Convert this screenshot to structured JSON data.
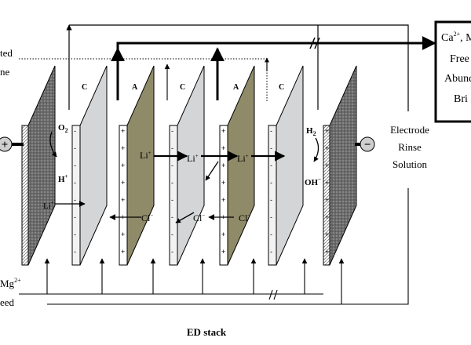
{
  "left_labels": {
    "top_line1": "ted",
    "top_line2": "ne",
    "bottom_line1": "Mg",
    "bottom_sup": "2+",
    "bottom_line2": "eed"
  },
  "electrodes": {
    "anode_sign": "+",
    "cathode_sign": "−"
  },
  "membranes": [
    {
      "type": "C"
    },
    {
      "type": "A"
    },
    {
      "type": "C"
    },
    {
      "type": "A"
    },
    {
      "type": "C"
    }
  ],
  "species": {
    "o2": "O",
    "o2_sub": "2",
    "h_plus": "H",
    "h_plus_sup": "+",
    "h2": "H",
    "h2_sub": "2",
    "oh": "OH",
    "oh_sup": "−",
    "li": "Li",
    "li_sup": "+",
    "cl": "Cl",
    "cl_sup": "−"
  },
  "rinse": {
    "line1": "Electrode",
    "line2": "Rinse",
    "line3": "Solution"
  },
  "product_box": {
    "line1": "Ca",
    "line1_sup": "2+",
    "line1_rest": ", M",
    "line2": "Free",
    "line3": "Abund",
    "line4": "Bri"
  },
  "stack_label": "ED stack",
  "colors": {
    "cation_membrane": "#d3d5d6",
    "anion_membrane": "#8f8a68",
    "electrode": "#6e6e6e",
    "outline": "#000000"
  }
}
